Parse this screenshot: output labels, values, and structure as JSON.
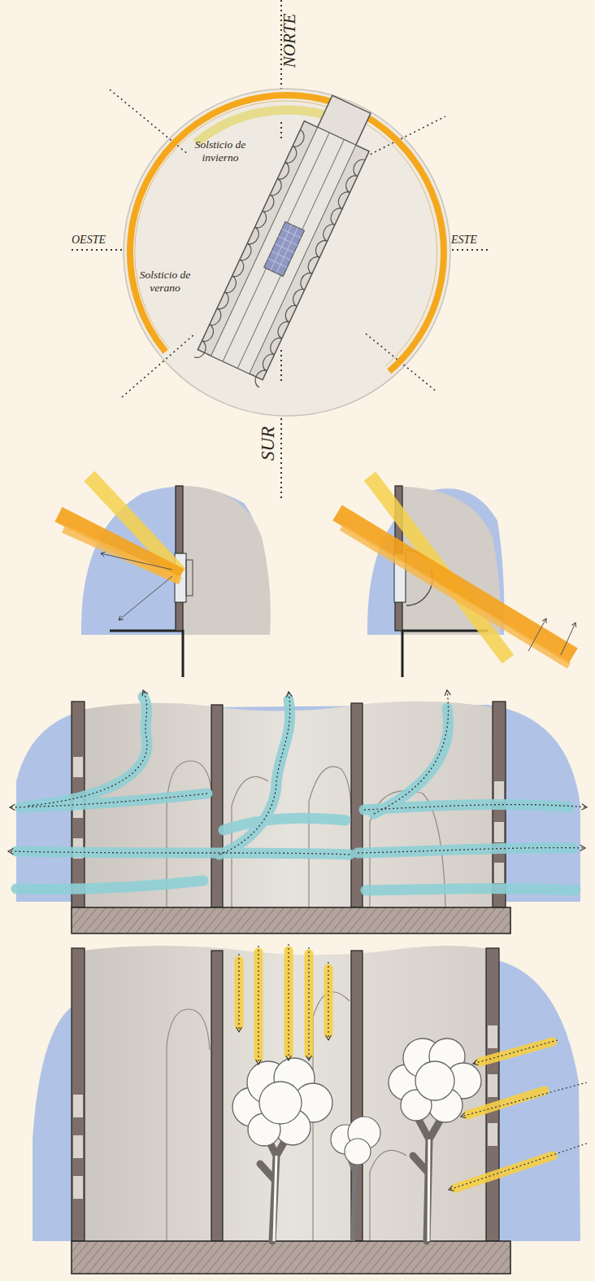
{
  "diagram": {
    "labels": [
      "NORTE",
      "Solsticio de invierno",
      "OESTE",
      "ESTE",
      "Solsticio de verano",
      "SUR"
    ]
  }
}
